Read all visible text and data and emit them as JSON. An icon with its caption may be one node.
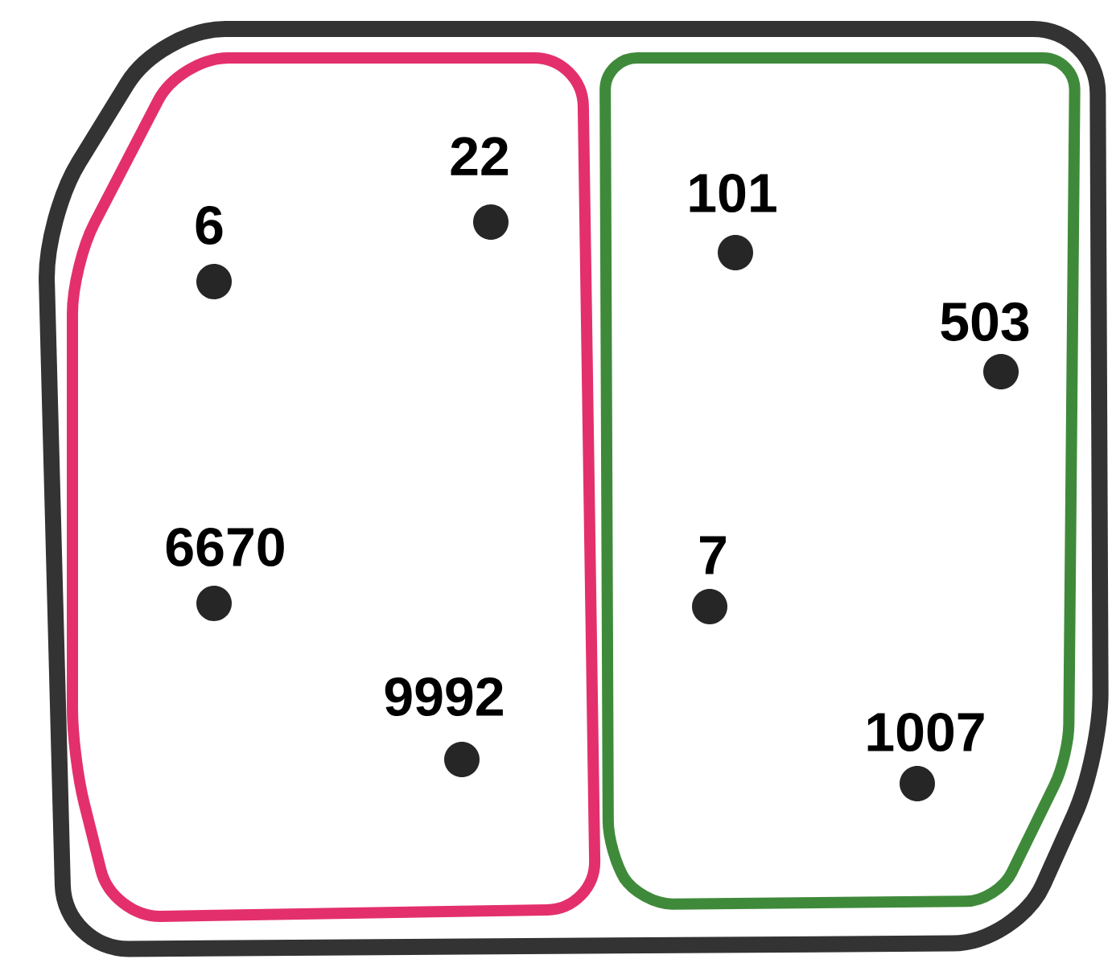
{
  "diagram": {
    "nodes": [
      {
        "text": [],
        "shape": "box"
      },
      {
        "text": [],
        "shape": "box",
        "in": 0
      },
      {
        "text": [],
        "shape": "box",
        "in": 0
      },
      {
        "text": [
          "6"
        ],
        "in": 1
      },
      {
        "text": [
          "22"
        ],
        "in": 1
      },
      {
        "text": [
          "6670"
        ],
        "in": 1
      },
      {
        "text": [
          "9992"
        ],
        "in": 1
      },
      {
        "text": [
          "101"
        ],
        "in": 2
      },
      {
        "text": [
          "503"
        ],
        "in": 2
      },
      {
        "text": [
          "7"
        ],
        "in": 2
      },
      {
        "text": [
          "1007"
        ],
        "in": 2
      }
    ]
  }
}
